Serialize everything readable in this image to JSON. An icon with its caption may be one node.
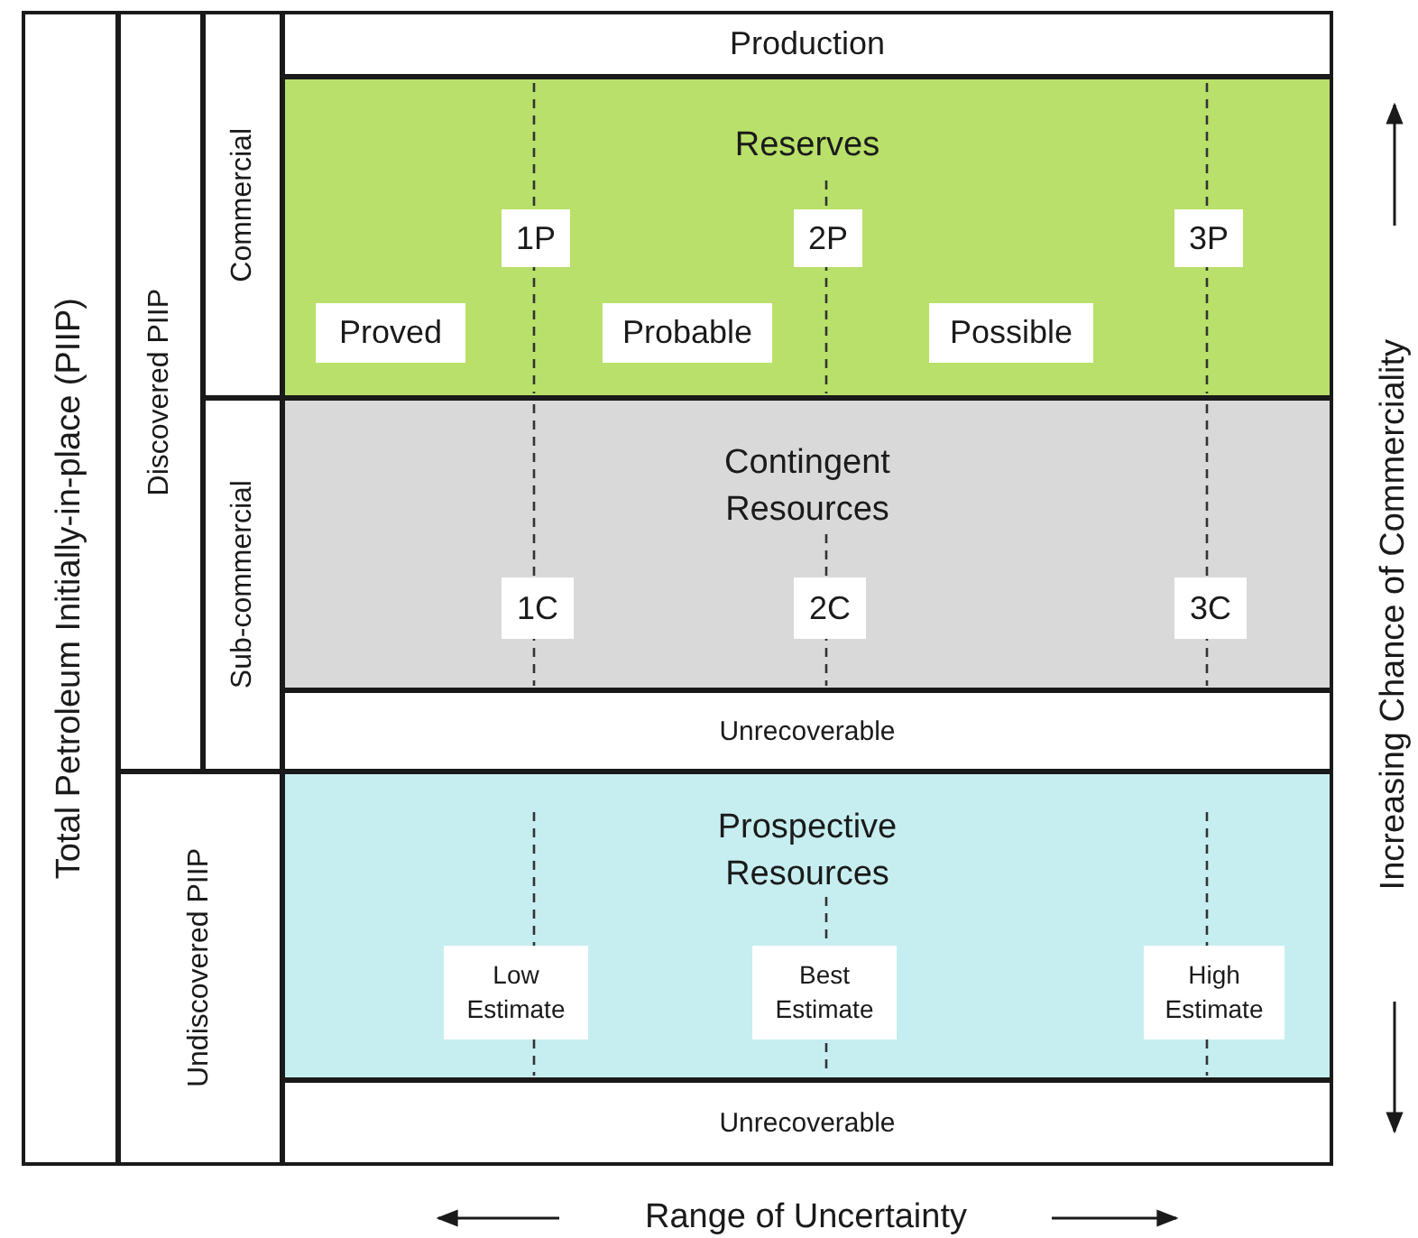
{
  "diagram": {
    "nodes": [
      {
        "text": [
          "Total Petroleum Initially-in-place (PIIP)"
        ]
      },
      {
        "text": [
          "Discovered PIIP"
        ]
      },
      {
        "text": [
          "Commercial"
        ]
      },
      {
        "text": [
          "Production"
        ]
      },
      {
        "text": [
          "Reserves"
        ]
      },
      {
        "text": [
          "1P"
        ],
        "in": 4
      },
      {
        "text": [
          "2P"
        ],
        "in": 4
      },
      {
        "text": [
          "3P"
        ],
        "in": 4
      },
      {
        "text": [
          "Proved"
        ],
        "in": 4
      },
      {
        "text": [
          "Probable"
        ],
        "in": 4
      },
      {
        "text": [
          "Possible"
        ],
        "in": 4
      },
      {
        "text": [
          "Sub-commercial"
        ]
      },
      {
        "text": [
          "Contingent Resources"
        ]
      },
      {
        "text": [
          "1C"
        ],
        "in": 12
      },
      {
        "text": [
          "2C"
        ],
        "in": 12
      },
      {
        "text": [
          "3C"
        ],
        "in": 12
      },
      {
        "text": [
          "Unrecoverable"
        ]
      },
      {
        "text": [
          "Undiscovered PIIP"
        ]
      },
      {
        "text": [
          "Prospective Resources"
        ]
      },
      {
        "text": [
          "Low Estimate"
        ],
        "in": 18
      },
      {
        "text": [
          "Best Estimate"
        ],
        "in": 18
      },
      {
        "text": [
          "High Estimate"
        ],
        "in": 18
      },
      {
        "text": [
          "Unrecoverable"
        ]
      }
    ],
    "labels": [
      "Increasing Chance of Commerciality",
      "Range of Uncertainty"
    ]
  }
}
